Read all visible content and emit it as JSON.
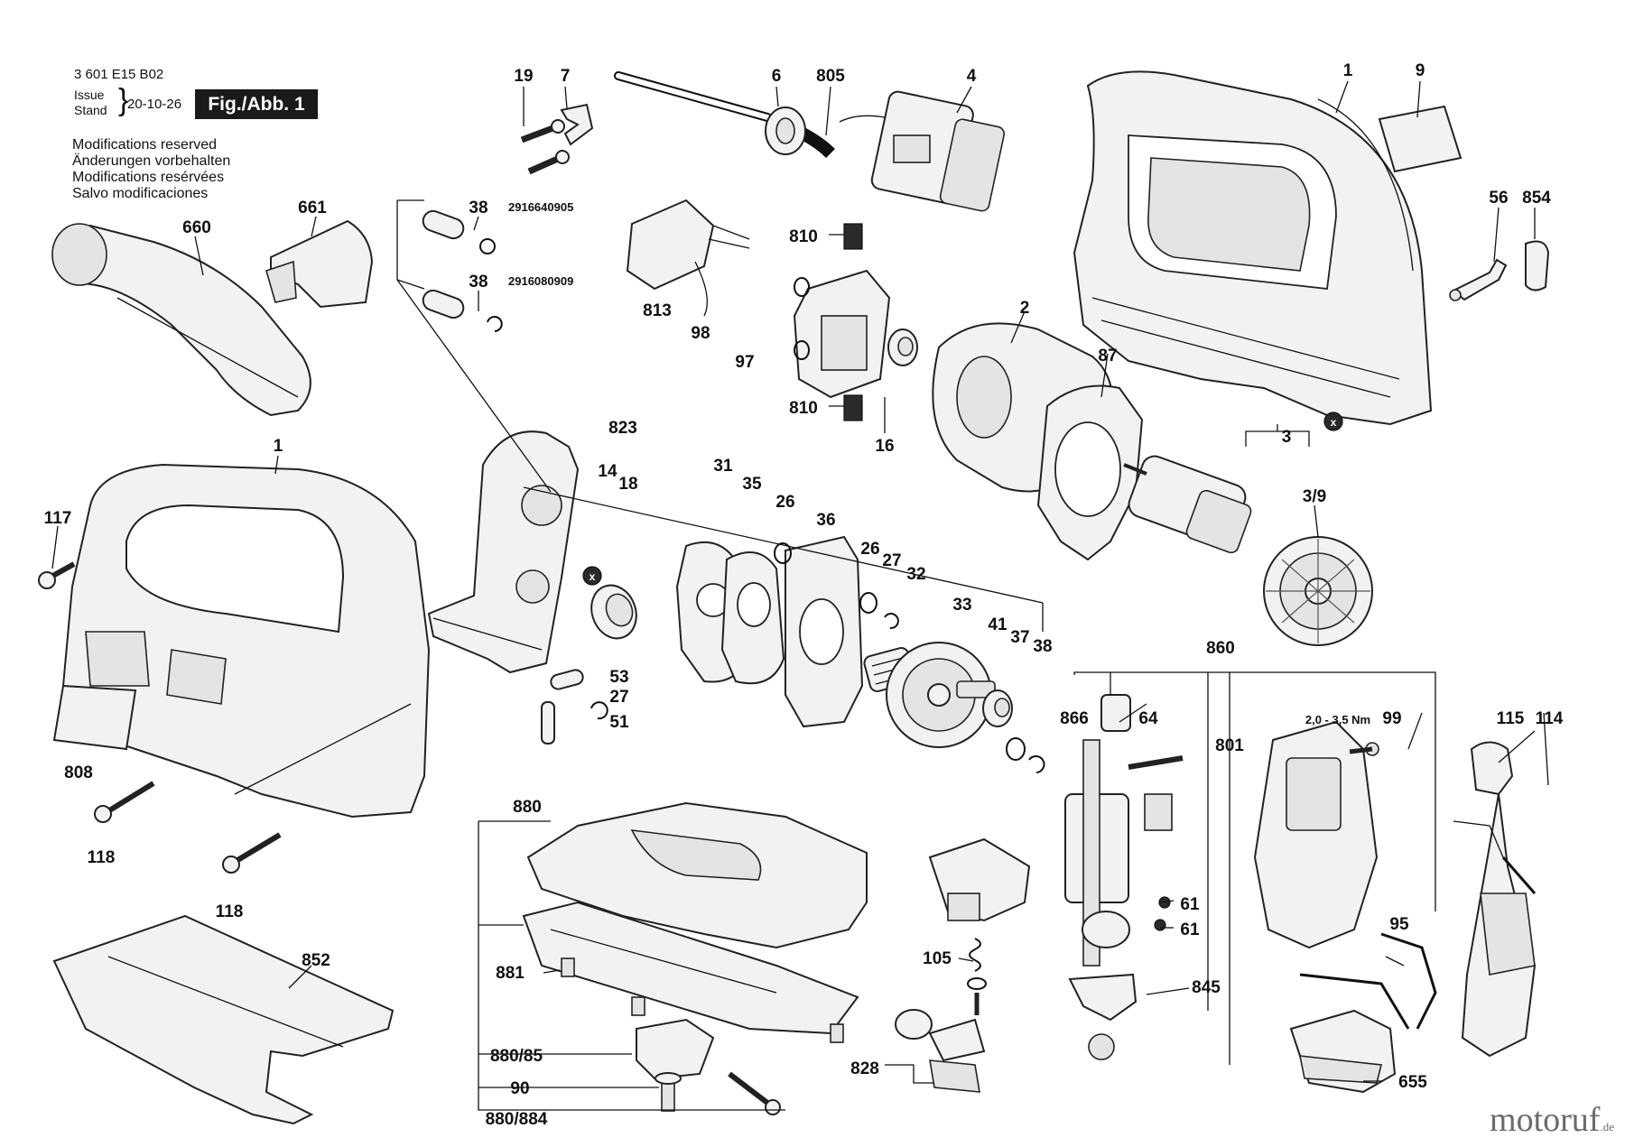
{
  "header": {
    "drawing_number": "3 601 E15 B02",
    "issue_label_1": "Issue",
    "issue_label_2": "Stand",
    "issue_date": "20-10-26",
    "figure_label": "Fig./Abb. 1",
    "notes": [
      "Modifications reserved",
      "Änderungen vorbehalten",
      "Modifications resérvées",
      "Salvo modificaciones"
    ]
  },
  "callouts": [
    "19",
    "7",
    "6",
    "805",
    "4",
    "1",
    "9",
    "38",
    "2916640905",
    "38",
    "2916080909",
    "661",
    "660",
    "810",
    "813",
    "98",
    "97",
    "810",
    "16",
    "2",
    "87",
    "56",
    "854",
    "823",
    "14",
    "18",
    "31",
    "35",
    "26",
    "36",
    "26",
    "27",
    "32",
    "3",
    "3/9",
    "1",
    "117",
    "33",
    "41",
    "37",
    "38",
    "53",
    "27",
    "51",
    "808",
    "118",
    "118",
    "860",
    "866",
    "64",
    "2,0 - 3,5 Nm",
    "99",
    "115",
    "114",
    "801",
    "880",
    "61",
    "61",
    "105",
    "95",
    "845",
    "852",
    "881",
    "880/85",
    "828",
    "90",
    "880/884",
    "655"
  ],
  "markers": [
    "x",
    "x"
  ],
  "watermark": {
    "name": "motoruf",
    "tld": ".de"
  },
  "colors": {
    "ink": "#111111",
    "fill": "#f2f2f2",
    "watermark": "#6b6b6b"
  }
}
